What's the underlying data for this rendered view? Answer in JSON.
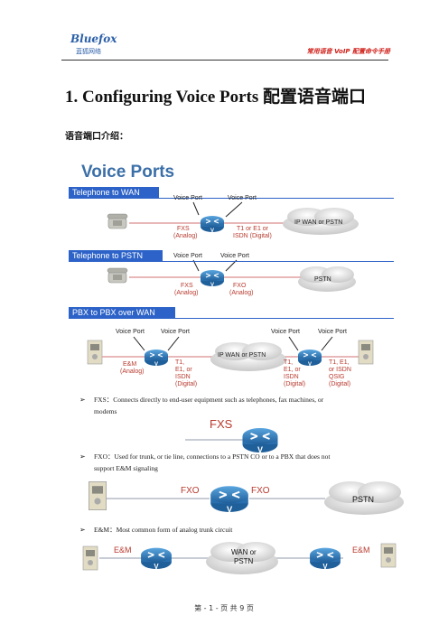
{
  "header": {
    "logo_text": "Bluefox",
    "logo_subtitle": "蓝狐网络",
    "right_text": "常用语音 VoIP 配置命令手册"
  },
  "title": "1. Configuring Voice Ports  配置语音端口",
  "intro_heading": "语音端口介绍：",
  "figure": {
    "title": "Voice Ports",
    "rows": [
      {
        "band": "Telephone to WAN",
        "voice_port_left": "Voice Port",
        "voice_port_right": "Voice Port",
        "left_label_1": "FXS",
        "left_label_2": "(Analog)",
        "right_label_1": "T1 or E1 or",
        "right_label_2": "ISDN (Digital)",
        "cloud": "IP WAN or PSTN"
      },
      {
        "band": "Telephone to PSTN",
        "voice_port_left": "Voice Port",
        "voice_port_right": "Voice Port",
        "left_label_1": "FXS",
        "left_label_2": "(Analog)",
        "right_label_1": "FXO",
        "right_label_2": "(Analog)",
        "cloud": "PSTN"
      },
      {
        "band": "PBX to PBX over WAN",
        "voice_port_1": "Voice Port",
        "voice_port_2": "Voice Port",
        "voice_port_3": "Voice Port",
        "voice_port_4": "Voice Port",
        "left_label_1": "E&M",
        "left_label_2": "(Analog)",
        "mid_left_1": "T1,",
        "mid_left_2": "E1, or",
        "mid_left_3": "ISDN",
        "mid_left_4": "(Digital)",
        "cloud": "IP WAN or PSTN",
        "mid_right_1": "T1,",
        "mid_right_2": "E1, or",
        "mid_right_3": "ISDN",
        "mid_right_4": "(Digital)",
        "right_1": "T1, E1,",
        "right_2": "or ISDN",
        "right_3": "QSIG",
        "right_4": "(Digital)"
      }
    ]
  },
  "bullets": [
    {
      "marker": "➢",
      "line1": "FXS：Connects directly to end-user equipment such as telephones, fax machines, or",
      "line2": "modems",
      "diagram_label": "FXS"
    },
    {
      "marker": "➢",
      "line1": "FXO：Used for trunk, or tie line, connections to a PSTN CO or to a PBX that does not",
      "line2": "support E&M signaling",
      "diagram_left": "FXO",
      "diagram_right": "FXO",
      "diagram_cloud": "PSTN"
    },
    {
      "marker": "➢",
      "line1": "E&M：Most common form of analog trunk circuit",
      "diagram_left": "E&M",
      "diagram_cloud_1": "WAN or",
      "diagram_cloud_2": "PSTN",
      "diagram_right": "E&M"
    }
  ],
  "footer": "第 - 1 - 页 共 9 页",
  "colors": {
    "band_blue": "#2d63c8",
    "router_blue": "#2f7fc0",
    "label_red": "#b83a2e",
    "title_blue": "#3b6fa8",
    "header_red": "#d0201a"
  }
}
